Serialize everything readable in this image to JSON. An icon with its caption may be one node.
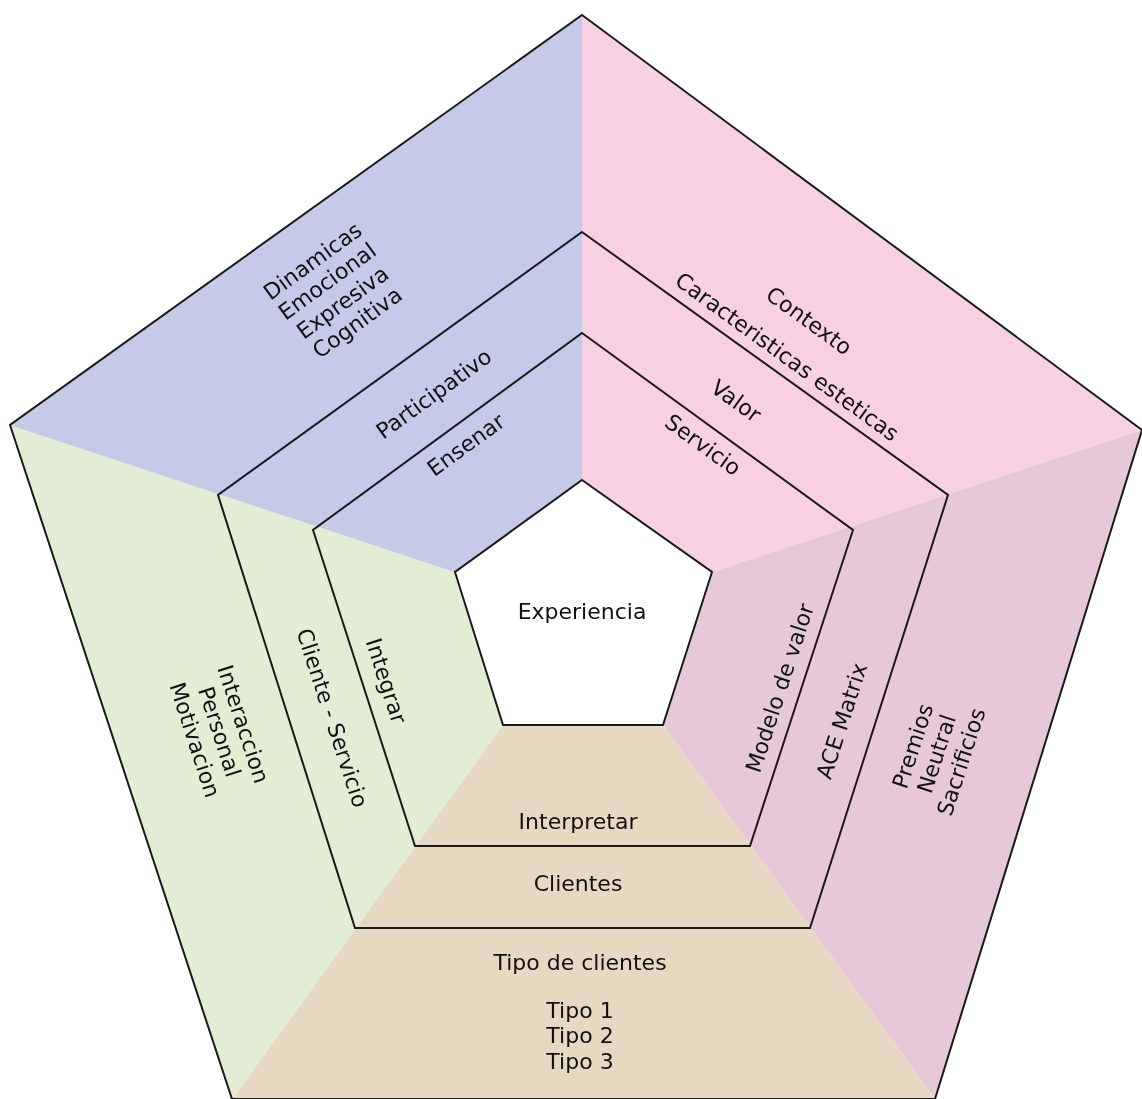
{
  "diagram": {
    "nodes": [
      {
        "text": [
          "Dinamicas Emocional Expresiva Cognitiva",
          "Contexto",
          "Caracteristicas esteticas",
          "Premios Neutral Sacrificios",
          "Tipo de clientes",
          "Tipo 1 Tipo 2 Tipo 3",
          "Interaccion Personal Motivacion"
        ]
      },
      {
        "text": [
          "Participativo",
          "Valor",
          "ACE Matrix",
          "Clientes",
          "Cliente - Servicio"
        ],
        "in": 0
      },
      {
        "text": [
          "Ensenar",
          "Servicio",
          "Modelo de valor",
          "Interpretar",
          "Integrar"
        ],
        "in": 1
      },
      {
        "text": [
          "Experiencia"
        ],
        "in": 2
      }
    ]
  }
}
